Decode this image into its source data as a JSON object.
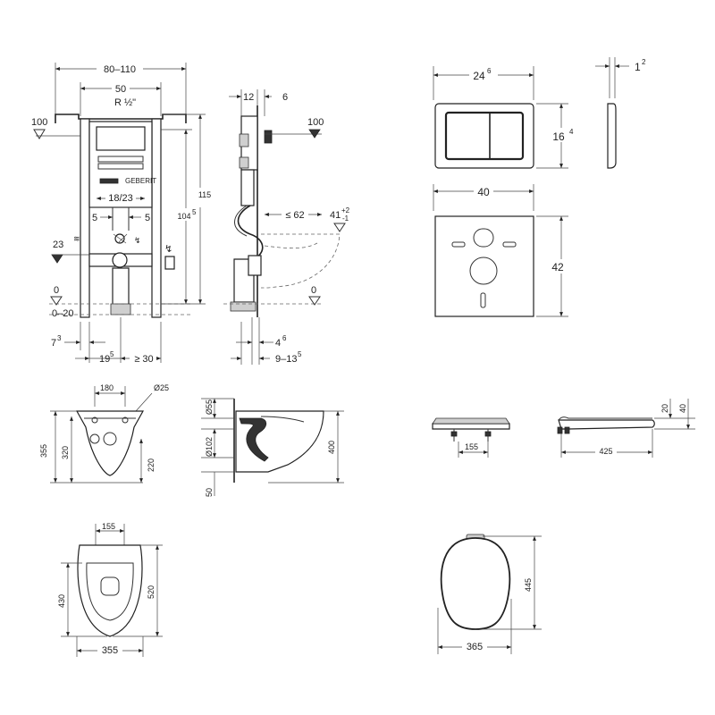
{
  "frame": {
    "w_80_110": "80–110",
    "w_50": "50",
    "r_half": "R ½\"",
    "lvl_100_left": "100",
    "lvl_23": "23",
    "lvl_0_left": "0",
    "lvl_0_20": "0–20",
    "d_18_23": "18/23",
    "d_5_left": "5",
    "d_5_right": "5",
    "h_115": "115",
    "h_104": "104",
    "h_104_sup": "5",
    "d_7": "7",
    "d_7_sup": "3",
    "d_19": "19",
    "d_19_sup": "5",
    "d_ge30": "≥ 30",
    "brand": "GEBERIT"
  },
  "side": {
    "d_12": "12",
    "d_6": "6",
    "lvl_100_right": "100",
    "d_le62": "≤ 62",
    "d_41": "41",
    "d_41_tol": "+2",
    "d_41_tol2": "-1",
    "lvl_0_right": "0",
    "d_4": "4",
    "d_4_sup": "6",
    "d_9_13": "9–13",
    "d_9_13_sup": "5"
  },
  "plate": {
    "w_24": "24",
    "w_24_sup": "6",
    "d_1": "1",
    "d_1_sup": "2",
    "h_16": "16",
    "h_16_sup": "4"
  },
  "panel": {
    "w_40": "40",
    "h_42": "42"
  },
  "bowl_front": {
    "d_180": "180",
    "d_25": "Ø25",
    "d_355": "355",
    "d_320": "320",
    "d_220": "220"
  },
  "bowl_side": {
    "d_55": "Ø55",
    "d_102": "Ø102",
    "d_50": "50",
    "d_400": "400"
  },
  "bowl_top": {
    "d_155": "155",
    "d_430": "430",
    "d_520": "520",
    "d_355": "355"
  },
  "seat_front": {
    "d_155": "155"
  },
  "seat_side": {
    "d_425": "425",
    "d_20": "20",
    "d_40": "40"
  },
  "seat_top": {
    "d_445": "445",
    "d_365": "365"
  }
}
